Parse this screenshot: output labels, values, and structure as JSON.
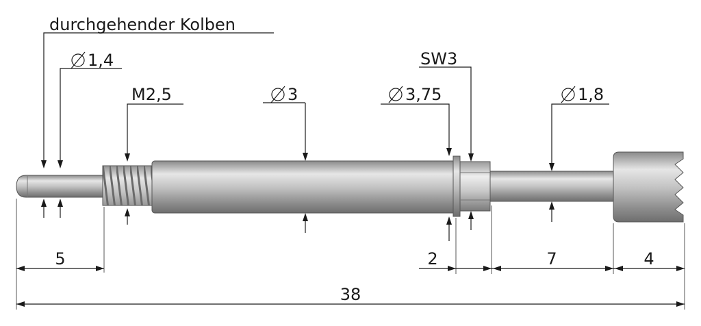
{
  "labels": {
    "piston": "durchgehender Kolben",
    "d_tip": "1,4",
    "thread": "M2,5",
    "d_body": "3",
    "d_collar": "3,75",
    "wrench": "SW3",
    "d_plunger": "1,8"
  },
  "dimensions": {
    "d1": "5",
    "d2": "2",
    "d3": "7",
    "d4": "4",
    "total": "38"
  },
  "colors": {
    "line": "#1a1a1a",
    "metal_light": "#e8e8e8",
    "metal_dark": "#7a7a7a"
  }
}
